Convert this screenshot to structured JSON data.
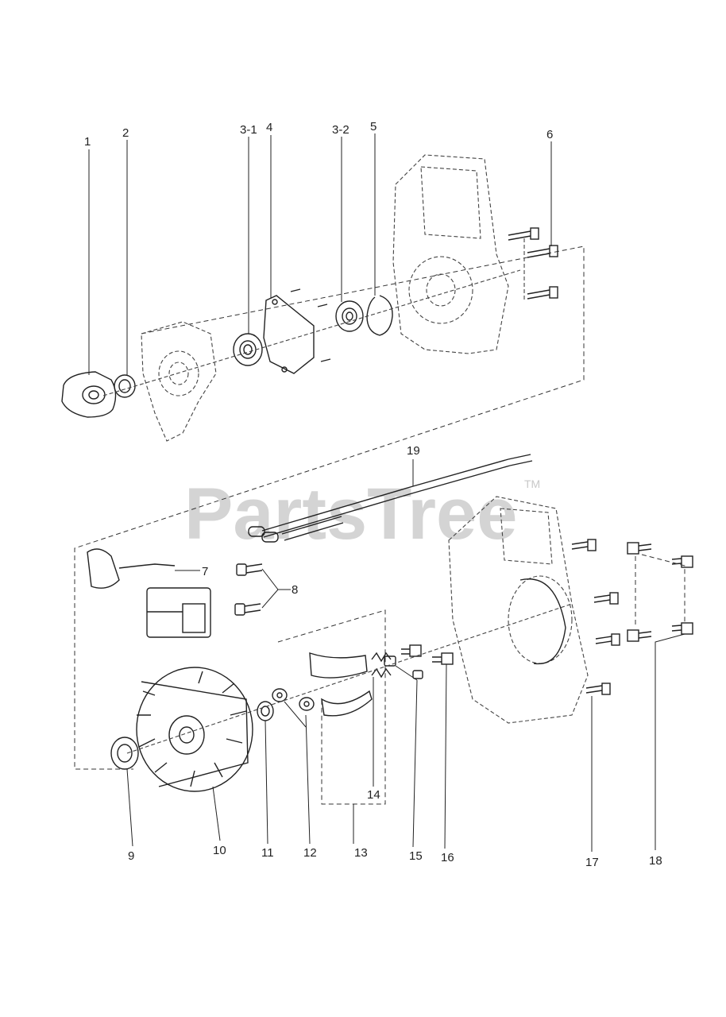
{
  "watermark": {
    "text": "PartsTree",
    "trademark": "TM"
  },
  "callouts": {
    "c1": "1",
    "c2": "2",
    "c3_1": "3-1",
    "c4": "4",
    "c3_2": "3-2",
    "c5": "5",
    "c6": "6",
    "c7": "7",
    "c8": "8",
    "c9": "9",
    "c10": "10",
    "c11": "11",
    "c12": "12",
    "c13": "13",
    "c14": "14",
    "c15": "15",
    "c16": "16",
    "c17": "17",
    "c18": "18",
    "c19": "19"
  },
  "colors": {
    "line": "#222222",
    "watermark": "#d4d4d4",
    "background": "#ffffff"
  }
}
